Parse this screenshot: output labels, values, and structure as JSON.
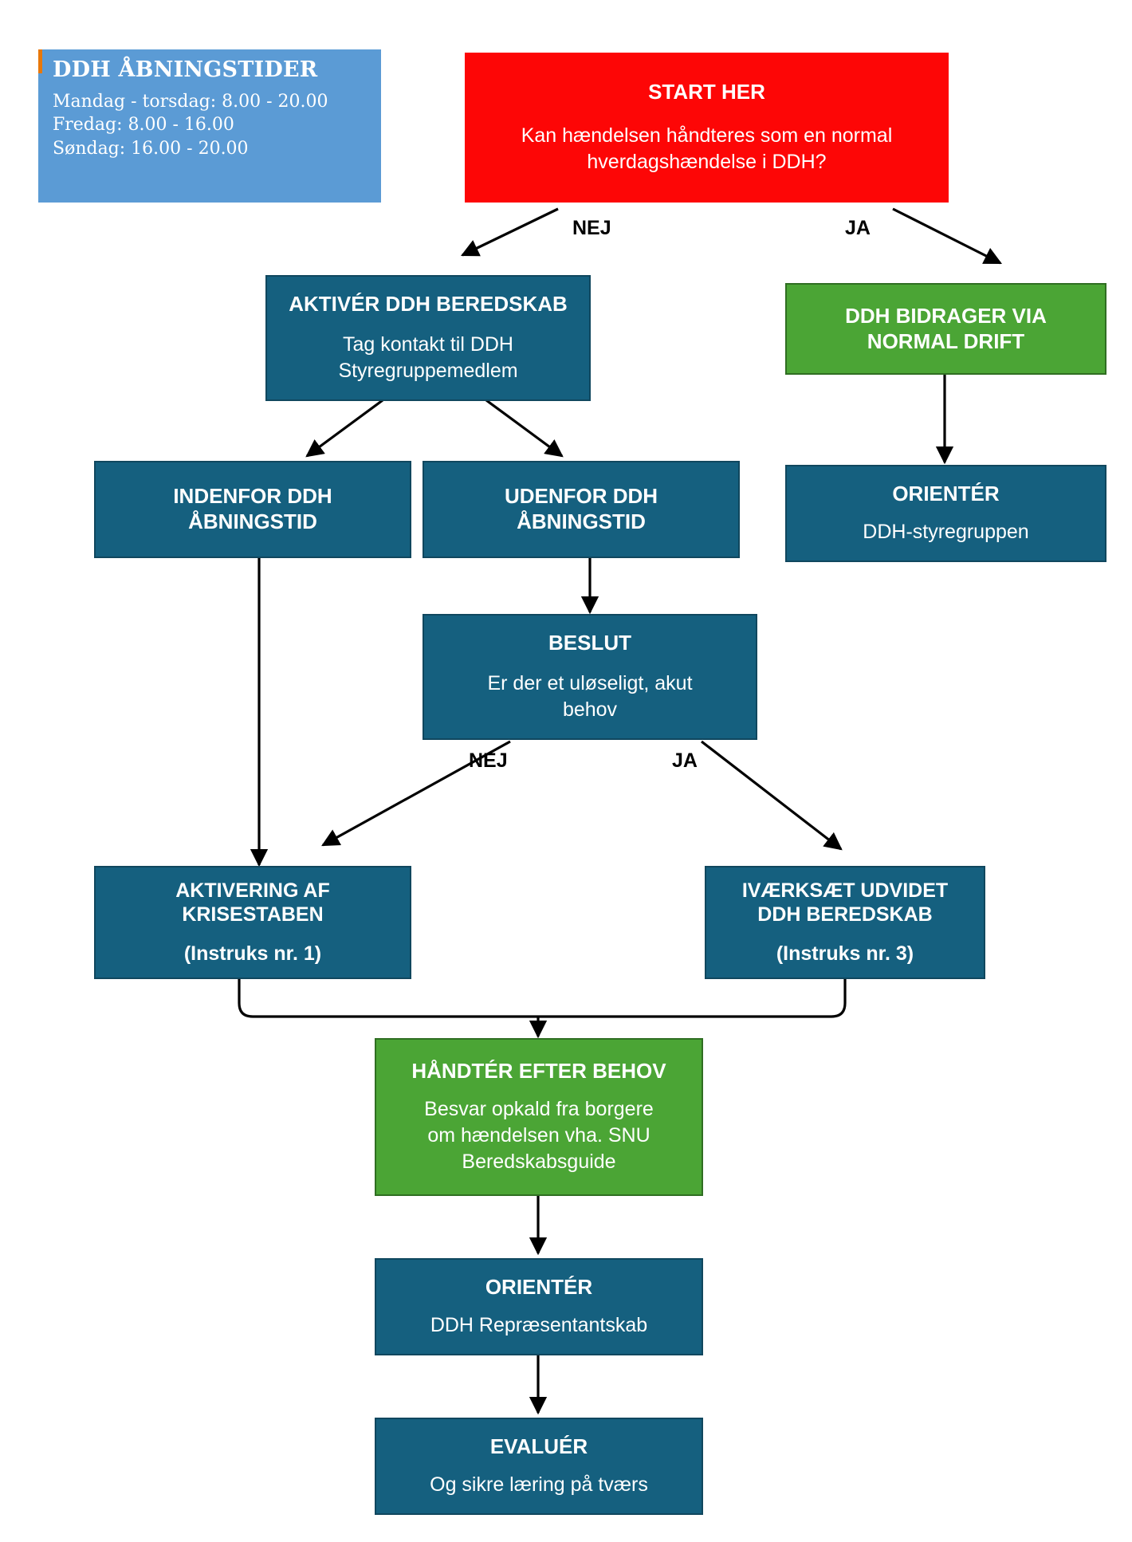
{
  "diagram": {
    "type": "flowchart",
    "language": "da",
    "colors": {
      "process": "#15607f",
      "success": "#4ba535",
      "start": "#fd0606",
      "info": "#5b9bd5",
      "accent": "#e8780a",
      "edge": "#000000",
      "text_on_fill": "#ffffff"
    }
  },
  "info_box": {
    "title": "DDH ÅBNINGSTIDER",
    "lines": [
      "Mandag - torsdag: 8.00 - 20.00",
      "Fredag: 8.00 - 16.00",
      "Søndag: 16.00 - 20.00"
    ]
  },
  "nodes": {
    "start": {
      "title": "START HER",
      "body_line1": "Kan hændelsen håndteres som en normal",
      "body_line2": "hverdagshændelse i DDH?"
    },
    "aktiver": {
      "title": "AKTIVÉR DDH BEREDSKAB",
      "body_line1": "Tag kontakt til DDH",
      "body_line2": "Styregruppemedlem"
    },
    "normal_drift": {
      "title_line1": "DDH BIDRAGER VIA",
      "title_line2": "NORMAL DRIFT"
    },
    "indenfor": {
      "title_line1": "INDENFOR DDH",
      "title_line2": "ÅBNINGSTID"
    },
    "udenfor": {
      "title_line1": "UDENFOR DDH",
      "title_line2": "ÅBNINGSTID"
    },
    "orienter_styregruppen": {
      "title": "ORIENTÉR",
      "body": "DDH-styregruppen"
    },
    "beslut": {
      "title": "BESLUT",
      "body_line1": "Er der et uløseligt, akut",
      "body_line2": "behov"
    },
    "krisestab": {
      "title_line1": "AKTIVERING AF",
      "title_line2": "KRISESTABEN",
      "sub": "(Instruks nr. 1)"
    },
    "udvidet": {
      "title_line1": "IVÆRKSÆT UDVIDET",
      "title_line2": "DDH BEREDSKAB",
      "sub": "(Instruks nr. 3)"
    },
    "handter": {
      "title": "HÅNDTÉR EFTER BEHOV",
      "body_line1": "Besvar opkald fra borgere",
      "body_line2": "om hændelsen vha. SNU",
      "body_line3": "Beredskabsguide"
    },
    "orienter_repraesentantskab": {
      "title": "ORIENTÉR",
      "body": "DDH Repræsentantskab"
    },
    "evaluer": {
      "title": "EVALUÉR",
      "body": "Og sikre læring på tværs"
    }
  },
  "edge_labels": {
    "start_nej": "NEJ",
    "start_ja": "JA",
    "beslut_nej": "NEJ",
    "beslut_ja": "JA"
  }
}
